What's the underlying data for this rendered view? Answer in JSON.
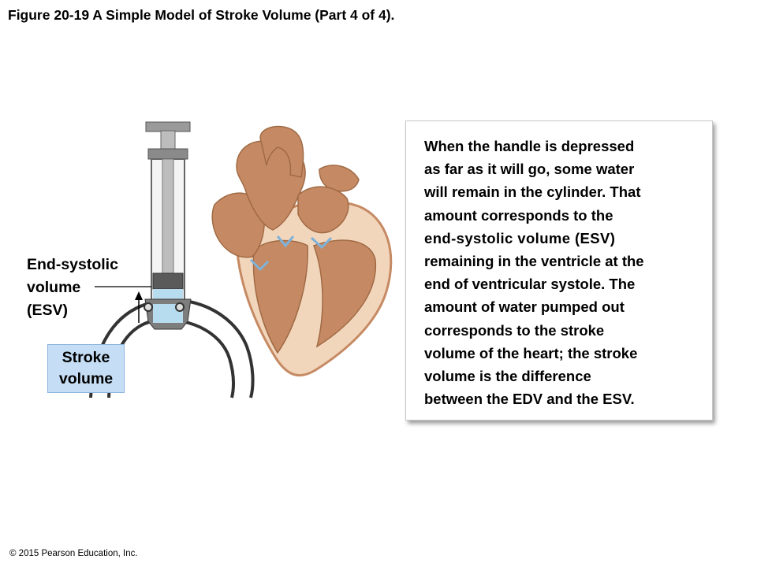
{
  "title": "Figure 20-19 A Simple Model of Stroke Volume (Part 4 of 4).",
  "labels": {
    "esv": [
      "End-systolic",
      "volume",
      "(ESV)"
    ],
    "stroke_volume": [
      "Stroke",
      "volume"
    ]
  },
  "callout": {
    "lines": [
      "When the handle is depressed",
      "as far as it will go, some water",
      "will remain in the cylinder.  That",
      "amount corresponds to the",
      "end-systolic volume (ESV)",
      "remaining in the ventricle at the",
      "end of ventricular systole. The",
      "amount of water pumped out",
      "corresponds to the stroke",
      "volume of the heart; the stroke",
      "volume is the difference",
      "between the EDV and the ESV."
    ]
  },
  "copyright": "© 2015 Pearson Education, Inc.",
  "colors": {
    "water": "#b8dcef",
    "stroke_volume_box": "#c5def5",
    "heart_muscle": "#c58a63",
    "heart_interior": "#f2d6bc",
    "valves": "#7fb2d8"
  }
}
